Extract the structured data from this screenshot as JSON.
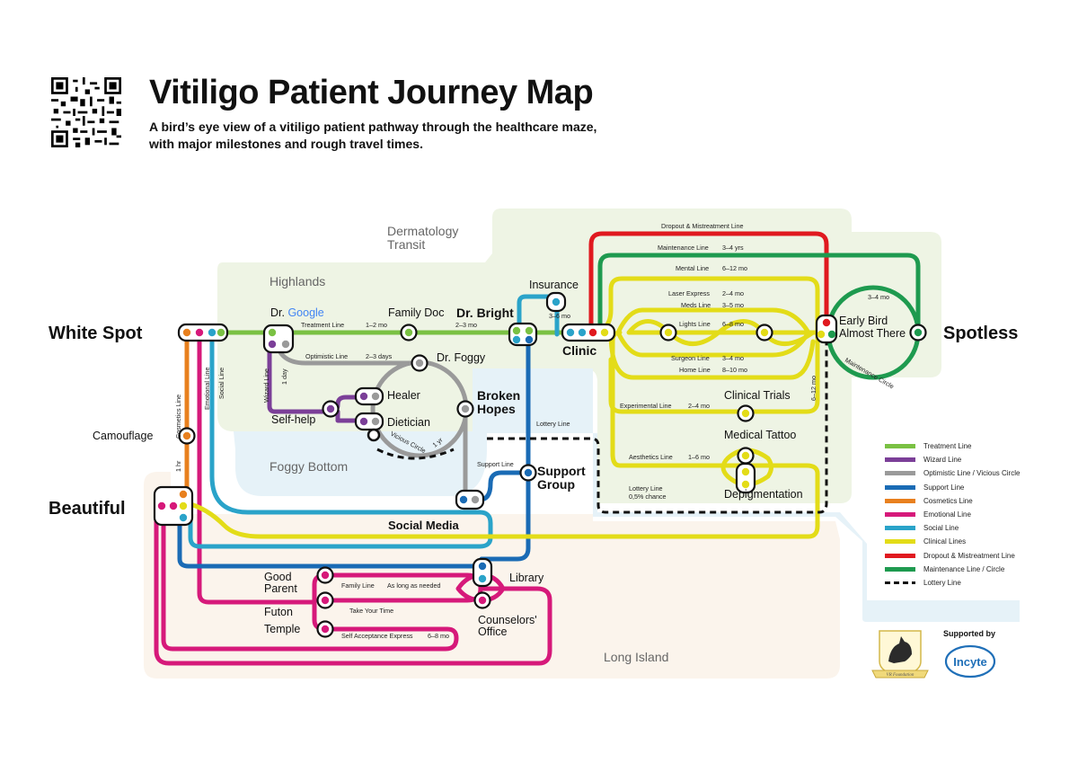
{
  "header": {
    "title": "Vitiligo Patient Journey Map",
    "subtitle_line1": "A bird’s eye view of a vitiligo patient pathway through the healthcare maze,",
    "subtitle_line2": "with major milestones and rough travel times."
  },
  "regions": {
    "dermatology": "Dermatology",
    "transit": "Transit",
    "highlands": "Highlands",
    "foggy_bottom": "Foggy Bottom",
    "long_island": "Long Island"
  },
  "stations": {
    "white_spot": "White Spot",
    "beautiful": "Beautiful",
    "spotless": "Spotless",
    "camouflage": "Camouflage",
    "dr_google_prefix": "Dr. ",
    "dr_google_word": "Google",
    "family_doc": "Family Doc",
    "dr_bright": "Dr. Bright",
    "insurance": "Insurance",
    "clinic": "Clinic",
    "dr_foggy": "Dr. Foggy",
    "healer": "Healer",
    "self_help": "Self-help",
    "dietician": "Dietician",
    "broken": "Broken",
    "hopes": "Hopes",
    "support": "Support",
    "group": "Group",
    "social_media": "Social Media",
    "library": "Library",
    "good": "Good",
    "parent": "Parent",
    "futon": "Futon",
    "temple": "Temple",
    "counselors": "Counselors'",
    "office": "Office",
    "early_bird": "Early Bird",
    "almost_there": "Almost There",
    "clinical_trials": "Clinical Trials",
    "medical_tattoo": "Medical Tattoo",
    "depigmentation": "Depigmentation"
  },
  "line_labels": {
    "treatment": "Treatment Line",
    "t_1_2mo": "1–2 mo",
    "t_2_3mo": "2–3 mo",
    "optimistic": "Optimistic Line",
    "t_2_3days": "2–3 days",
    "wizard": "Wizard Line",
    "t_1day": "1 day",
    "vicious": "Vicious Circle",
    "t_1yr": "1 yr",
    "cosmetics": "Cosmetics Line",
    "t_1hr": "1 hr",
    "emotional": "Emotional Line",
    "social": "Social Line",
    "support": "Support Line",
    "lottery": "Lottery Line",
    "lottery2": "Lottery Line",
    "lottery_chance": "0,5% chance",
    "t_3_6mo": "3–6 mo",
    "dropout": "Dropout & Mistreatment Line",
    "maintenance": "Maintenance Line",
    "t_3_4yrs": "3–4 yrs",
    "mental": "Mental Line",
    "t_6_12mo": "6–12 mo",
    "laser": "Laser Express",
    "t_2_4mo": "2–4 mo",
    "meds": "Meds Line",
    "t_3_5mo": "3–5 mo",
    "lights": "Lights Line",
    "t_6_8mo": "6–8 mo",
    "surgeon": "Surgeon Line",
    "t_3_4mo": "3–4 mo",
    "home": "Home Line",
    "t_8_10mo": "8–10 mo",
    "experimental": "Experimental Line",
    "t_2_4mo_b": "2–4 mo",
    "aesthetics": "Aesthetics Line",
    "t_1_6mo": "1–6 mo",
    "t_3_4mo_b": "3–4 mo",
    "maint_circle": "Maintenance Circle",
    "t_6_12mo_v": "6–12 mo",
    "family": "Family Line",
    "as_long": "As long as needed",
    "take_time": "Take Your Time",
    "self_accept": "Self Acceptance Express",
    "t_6_8mo_b": "6–8 mo"
  },
  "legend": [
    {
      "label": "Treatment Line",
      "color": "#7ac143"
    },
    {
      "label": "Wizard Line",
      "color": "#7b3f98"
    },
    {
      "label": "Optimistic Line / Vicious Circle",
      "color": "#9a9a9a"
    },
    {
      "label": "Support Line",
      "color": "#1a6bb5"
    },
    {
      "label": "Cosmetics Line",
      "color": "#e8801e"
    },
    {
      "label": "Emotional Line",
      "color": "#d6197a"
    },
    {
      "label": "Social Line",
      "color": "#2aa3c9"
    },
    {
      "label": "Clinical Lines",
      "color": "#e3dc18"
    },
    {
      "label": "Dropout & Mistreatment Line",
      "color": "#e0191f"
    },
    {
      "label": "Maintenance Line / Circle",
      "color": "#1e9a4f"
    },
    {
      "label": "Lottery Line",
      "color": "#111111"
    }
  ],
  "footer": {
    "supported_by": "Supported by",
    "vr_foundation": "VR Foundation",
    "incyte": "Incyte"
  },
  "colors": {
    "treatment": "#7ac143",
    "wizard": "#7b3f98",
    "gray": "#9a9a9a",
    "support": "#1a6bb5",
    "cosmetics": "#e8801e",
    "emotional": "#d6197a",
    "social": "#2aa3c9",
    "clinical": "#e3dc18",
    "dropout": "#e0191f",
    "maintenance": "#1e9a4f",
    "lottery": "#111111",
    "highland_bg": "#eef4e4",
    "island_bg": "#fbf4ec",
    "fog_bg": "#e6f2f8"
  }
}
